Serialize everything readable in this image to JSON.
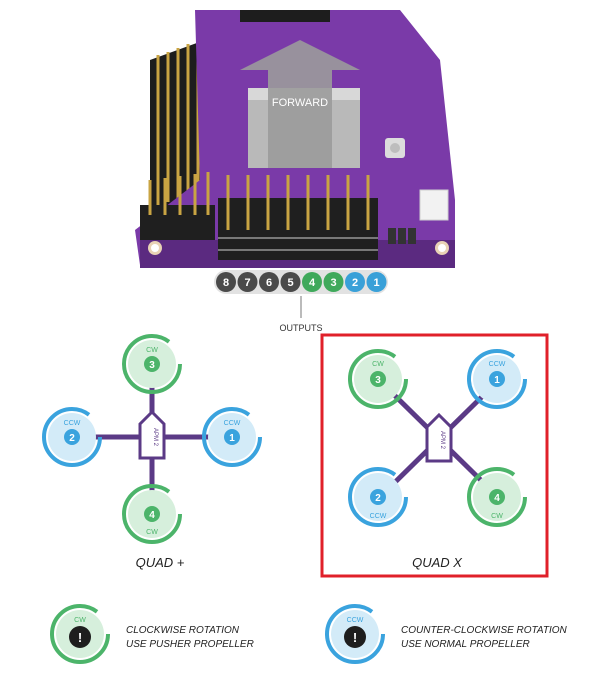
{
  "board": {
    "forward_label": "FORWARD",
    "output_numbers": [
      "8",
      "7",
      "6",
      "5",
      "4",
      "3",
      "2",
      "1"
    ],
    "output_colors": [
      "#4a4a4a",
      "#4a4a4a",
      "#4a4a4a",
      "#4a4a4a",
      "#3fa95b",
      "#3fa95b",
      "#39a0d8",
      "#39a0d8"
    ],
    "outputs_label": "OUTPUTS"
  },
  "colors": {
    "cw": "#4cb46a",
    "ccw": "#3aa3de",
    "arm": "#5b3a86",
    "board_purple": "#7a3aa8",
    "highlight": "#e0202a"
  },
  "quad_plus": {
    "title": "QUAD +",
    "center_label": "APM 2",
    "motors": [
      {
        "num": "3",
        "dir": "CW",
        "color": "cw"
      },
      {
        "num": "2",
        "dir": "CCW",
        "color": "ccw"
      },
      {
        "num": "1",
        "dir": "CCW",
        "color": "ccw"
      },
      {
        "num": "4",
        "dir": "CW",
        "color": "cw"
      }
    ]
  },
  "quad_x": {
    "title": "QUAD X",
    "center_label": "APM 2",
    "motors": [
      {
        "num": "3",
        "dir": "CW",
        "color": "cw"
      },
      {
        "num": "1",
        "dir": "CCW",
        "color": "ccw"
      },
      {
        "num": "2",
        "dir": "CCW",
        "color": "ccw"
      },
      {
        "num": "4",
        "dir": "CW",
        "color": "cw"
      }
    ]
  },
  "legend": {
    "cw": {
      "dir": "CW",
      "line1": "CLOCKWISE ROTATION",
      "line2": "USE PUSHER PROPELLER"
    },
    "ccw": {
      "dir": "CCW",
      "line1": "COUNTER-CLOCKWISE ROTATION",
      "line2": "USE NORMAL PROPELLER"
    }
  }
}
